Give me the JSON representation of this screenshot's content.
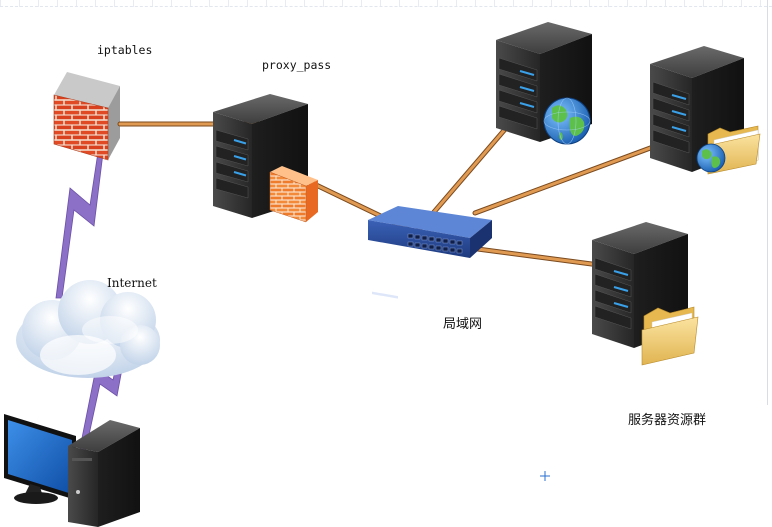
{
  "labels": {
    "iptables": "iptables",
    "proxy_pass": "proxy_pass",
    "internet": "Internet",
    "lan": "局域网",
    "server_group": "服务器资源群"
  },
  "colors": {
    "cable": "#d98a44",
    "cable_edge": "#7a4a1f",
    "brick": "#e2502a",
    "mortar": "#f3d8c8",
    "lightning": "#8c6fc6",
    "server_body": "#3a3a3a",
    "server_led": "#3aa0e8",
    "switch_body": "#2c4f9e",
    "cloud": "#d9e6f5",
    "folder": "#f2c96a",
    "globe_sea": "#2e7fd6",
    "globe_land": "#5cc04a",
    "monitor_screen": "#1e6fd1"
  },
  "icons": {
    "firewall": "brick-firewall-icon",
    "proxy_server": "server-tower-icon",
    "switch": "network-switch-icon",
    "web_server": "globe-server-icon",
    "file_server": "folder-server-icon",
    "cloud": "cloud-icon",
    "workstation": "desktop-computer-icon",
    "link": "lightning-link-icon"
  }
}
